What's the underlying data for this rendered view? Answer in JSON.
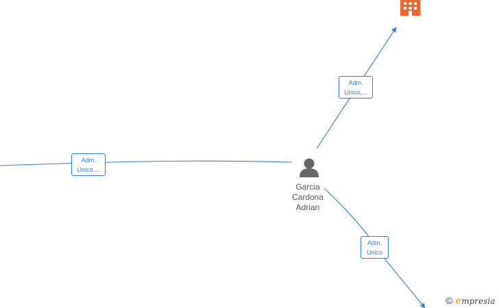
{
  "person": {
    "name_lines": [
      "Garcia",
      "Cardona",
      "Adrian"
    ],
    "icon": "person-icon",
    "color": "#666666"
  },
  "company": {
    "icon": "building-icon",
    "color": "#f0642d"
  },
  "edges": [
    {
      "id": "top",
      "label_lines": [
        "Adm.",
        "Unico,..."
      ]
    },
    {
      "id": "left",
      "label_lines": [
        "Adm.",
        "Unico,..."
      ]
    },
    {
      "id": "bottom",
      "label_lines": [
        "Adm.",
        "Unico"
      ]
    }
  ],
  "colors": {
    "edge": "#2f7fd8"
  },
  "brand": {
    "symbol": "©",
    "initial": "e",
    "rest": "mpresia"
  }
}
